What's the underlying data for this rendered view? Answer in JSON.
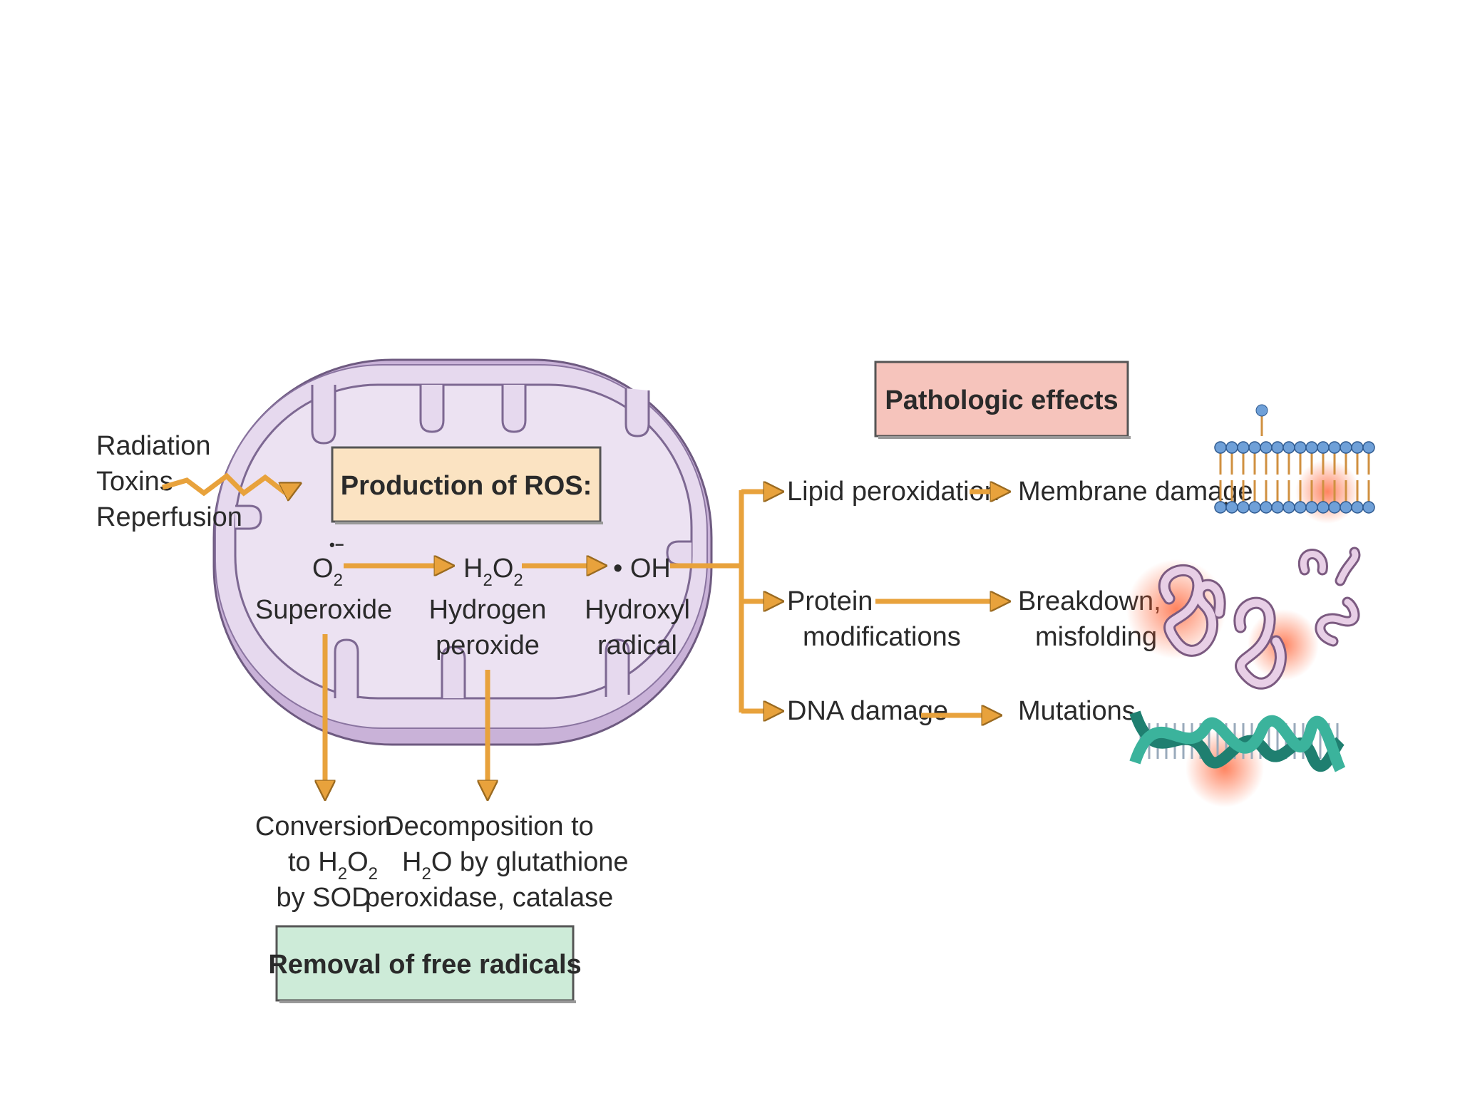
{
  "causes": [
    "Radiation",
    "Toxins",
    "Reperfusion"
  ],
  "production_box": "Production of ROS:",
  "species": {
    "superoxide": {
      "formula_base": "O",
      "formula_sub": "2",
      "formula_sup": "•−",
      "name": "Superoxide"
    },
    "hydrogen_peroxide": {
      "formula": [
        "H",
        "2",
        "O",
        "2"
      ],
      "name_line1": "Hydrogen",
      "name_line2": "peroxide"
    },
    "hydroxyl": {
      "formula": "• OH",
      "name_line1": "Hydroxyl",
      "name_line2": "radical"
    }
  },
  "removal": {
    "sod": {
      "line1": "Conversion",
      "line2_pre": "to H",
      "line2_sub1": "2",
      "line2_mid": "O",
      "line2_sub2": "2",
      "line3": "by SOD"
    },
    "glutathione": {
      "line1": "Decomposition to",
      "line2_pre": "H",
      "line2_sub": "2",
      "line2_post": "O by glutathione",
      "line3": "peroxidase, catalase"
    },
    "box": "Removal of free radicals"
  },
  "pathologic_box": "Pathologic effects",
  "effects": [
    {
      "cause": "Lipid peroxidation",
      "effect": "Membrane damage",
      "icon": "membrane-bilayer-icon"
    },
    {
      "cause_line1": "Protein",
      "cause_line2": "modifications",
      "effect_line1": "Breakdown,",
      "effect_line2": "misfolding",
      "icon": "misfolded-protein-icon"
    },
    {
      "cause": "DNA damage",
      "effect": "Mutations",
      "icon": "dna-helix-icon"
    }
  ],
  "colors": {
    "arrow": "#e8a23c",
    "mito_fill": "#e2d4ec",
    "production_box": "#fbe3c2",
    "pathologic_box": "#f6c4bc",
    "removal_box": "#cdebd8",
    "dna": "#2aa08a"
  }
}
